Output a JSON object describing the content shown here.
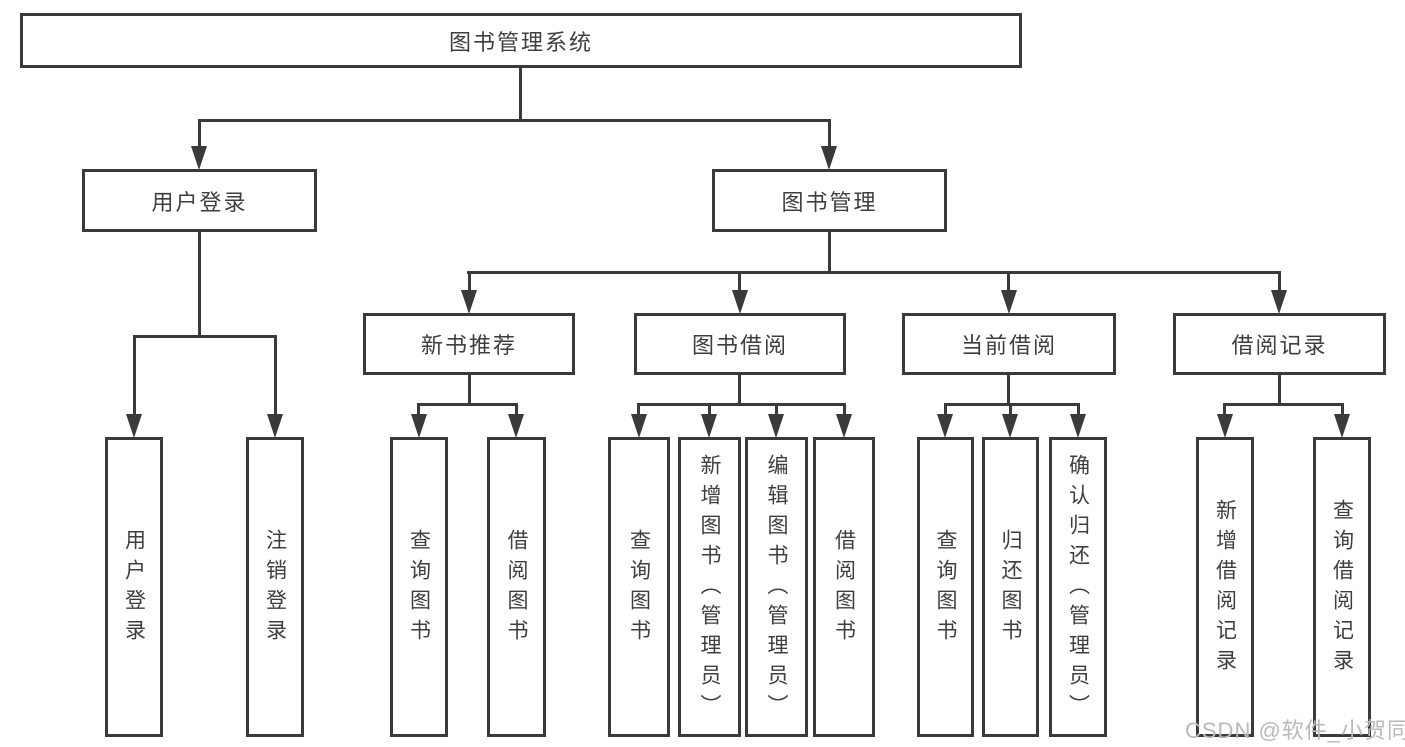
{
  "tree": {
    "root": {
      "label": "图书管理系统",
      "children": [
        {
          "label": "用户登录",
          "children": [
            {
              "label": "用户登录"
            },
            {
              "label": "注销登录"
            }
          ]
        },
        {
          "label": "图书管理",
          "children": [
            {
              "label": "新书推荐",
              "children": [
                {
                  "label": "查询图书"
                },
                {
                  "label": "借阅图书"
                }
              ]
            },
            {
              "label": "图书借阅",
              "children": [
                {
                  "label": "查询图书"
                },
                {
                  "label": "新增图书（管理员）"
                },
                {
                  "label": "编辑图书（管理员）"
                },
                {
                  "label": "借阅图书"
                }
              ]
            },
            {
              "label": "当前借阅",
              "children": [
                {
                  "label": "查询图书"
                },
                {
                  "label": "归还图书"
                },
                {
                  "label": "确认归还（管理员）"
                }
              ]
            },
            {
              "label": "借阅记录",
              "children": [
                {
                  "label": "新增借阅记录"
                },
                {
                  "label": "查询借阅记录"
                }
              ]
            }
          ]
        }
      ]
    }
  },
  "watermark": {
    "text": "CSDN @软件_小贺同学"
  },
  "colors": {
    "line": "#3a3a3a",
    "text": "#3e3e3e",
    "watermark": "#b9b9b9",
    "background": "#ffffff"
  }
}
